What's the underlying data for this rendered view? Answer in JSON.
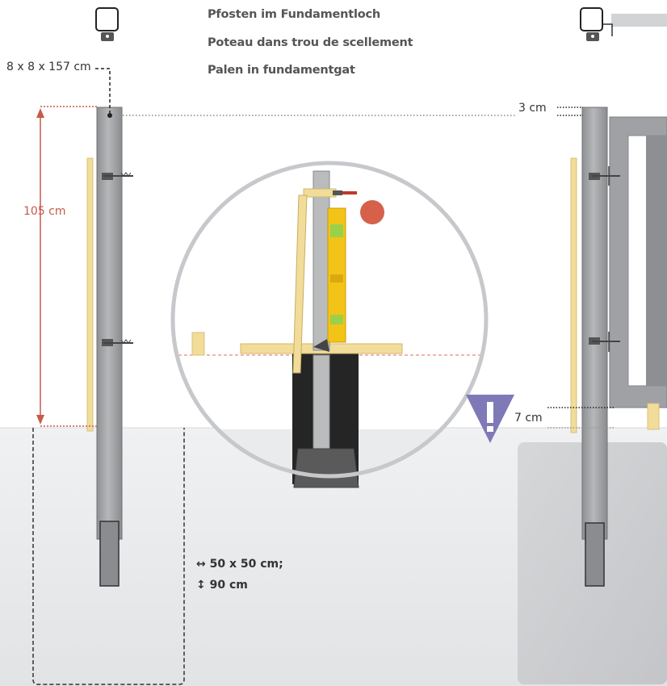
{
  "titles": {
    "de": "Pfosten im Fundamentloch",
    "fr": "Poteau dans trou de scellement",
    "nl": "Palen in fundamentgat"
  },
  "labels": {
    "post_size": "8 x 8 x 157 cm",
    "top_offset": "3 cm",
    "height_above": "105 cm",
    "ground_offset": "7 cm",
    "hole_width": "↔ 50 x 50 cm;",
    "hole_depth": "↕ 90 cm"
  },
  "colors": {
    "dimension_red": "#c65b4a",
    "post_grey": "#a9abad",
    "wood": "#f1dc9a",
    "spirit_level": "#f3c418",
    "warning": "#7f79b8",
    "ground": "#e7e8ea",
    "concrete": "#5a5a5a"
  },
  "icons": {
    "post_top_view_left": "post-top-view-icon",
    "post_top_view_right": "post-with-rail-top-view-icon",
    "warning": "warning-triangle-icon",
    "marker": "red-dot-icon"
  }
}
